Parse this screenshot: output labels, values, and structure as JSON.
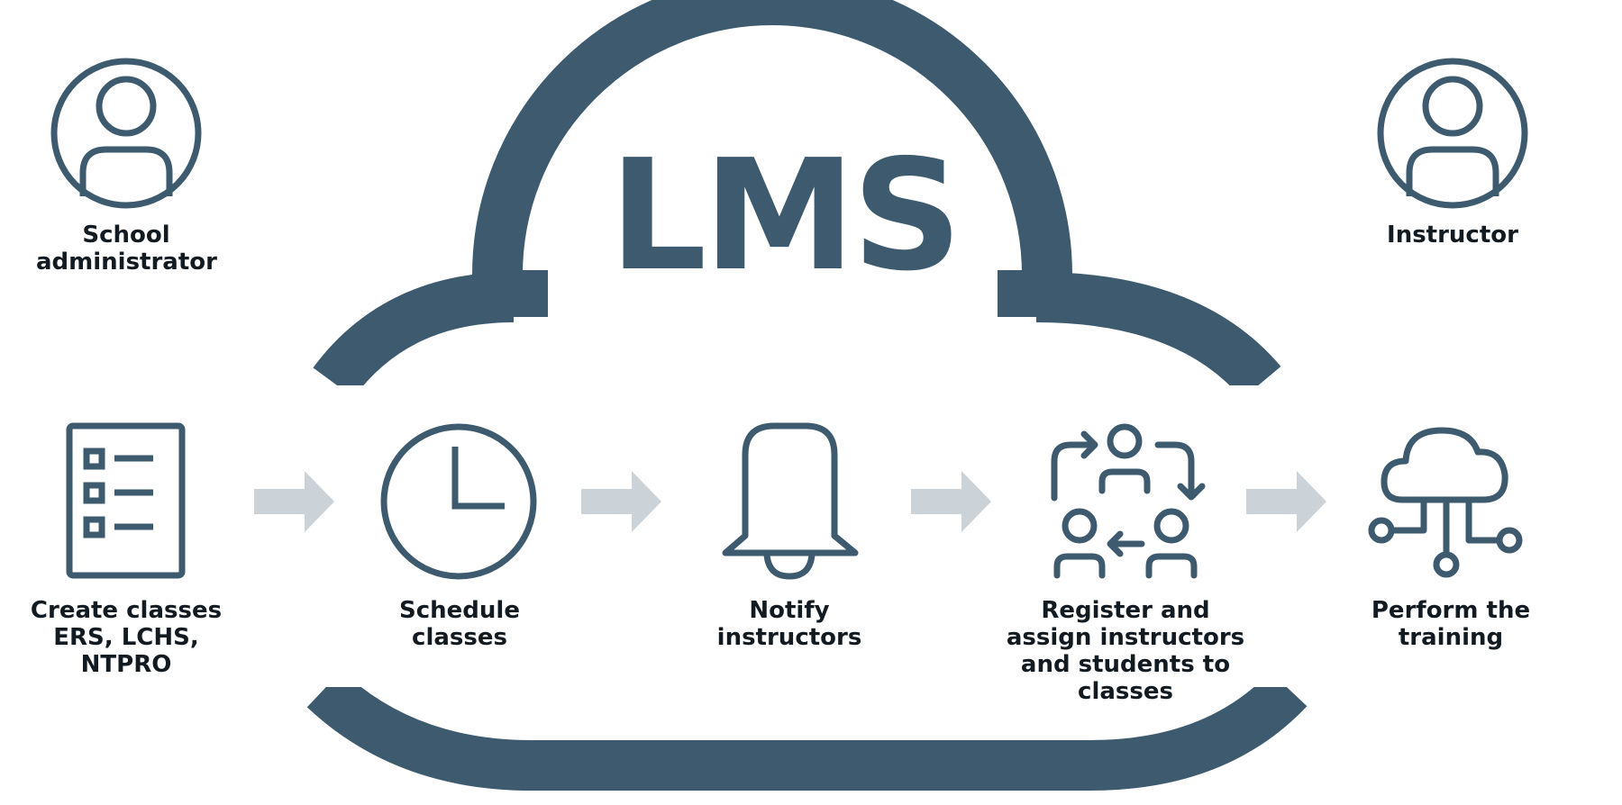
{
  "title": "LMS",
  "colors": {
    "primary": "#3d5a6e",
    "arrow": "#ccd3d8",
    "text": "#121a22",
    "background": "#ffffff"
  },
  "actors": [
    {
      "label": "School administrator",
      "icon": "user-avatar-icon"
    },
    {
      "label": "Instructor",
      "icon": "user-avatar-icon"
    }
  ],
  "steps": [
    {
      "label": "Create classes ERS, LCHS, NTPRO",
      "icon": "checklist-document-icon"
    },
    {
      "label": "Schedule classes",
      "icon": "clock-icon"
    },
    {
      "label": "Notify instructors",
      "icon": "bell-icon"
    },
    {
      "label": "Register and assign instructors and students to classes",
      "icon": "people-assignment-icon"
    },
    {
      "label": "Perform the training",
      "icon": "cloud-network-icon"
    }
  ],
  "arrows": [
    {
      "from": "create-classes",
      "to": "schedule-classes"
    },
    {
      "from": "schedule-classes",
      "to": "notify-instructors"
    },
    {
      "from": "notify-instructors",
      "to": "register-assign"
    },
    {
      "from": "register-assign",
      "to": "perform-training"
    }
  ]
}
